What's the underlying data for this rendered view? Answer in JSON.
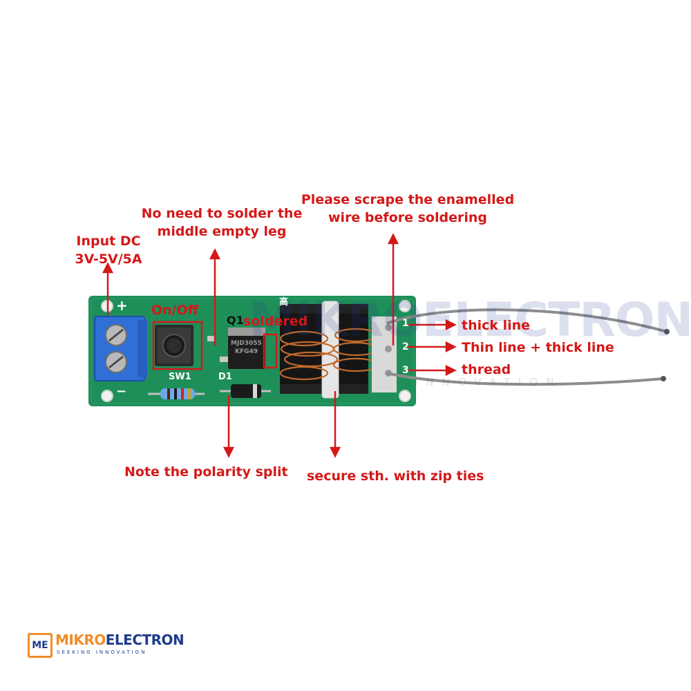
{
  "annotations": {
    "input_dc_line1": "Input DC",
    "input_dc_line2": "3V-5V/5A",
    "on_off": "On/Off",
    "middle_leg_line1": "No need to solder the",
    "middle_leg_line2": "middle empty leg",
    "soldered": "soldered",
    "scrape_line1": "Please scrape the enamelled",
    "scrape_line2": "wire before soldering",
    "thick_line": "thick line",
    "thin_thick_line": "Thin line + thick line",
    "thread": "thread",
    "polarity": "Note the polarity split",
    "zip_ties": "secure sth. with zip ties"
  },
  "board_labels": {
    "q1": "Q1",
    "d1": "D1",
    "sw1": "SW1",
    "plus": "+",
    "minus": "−",
    "pin1": "1",
    "pin2": "2",
    "pin3": "3",
    "chip_line1": "MJD3055",
    "chip_line2": "KFG49",
    "high_char": "高"
  },
  "watermark": {
    "name": "MIKROELECTRON",
    "tagline": "INNOVATION"
  },
  "logo": {
    "mark": "ME",
    "name_part1": "MIKRO",
    "name_part2": "ELECTRON",
    "tagline": "SEEKING INNOVATION"
  },
  "colors": {
    "annotation_red": "#d41818",
    "pcb_green": "#1f8f5a",
    "terminal_blue": "#2f6fd6",
    "logo_orange": "#f28c28",
    "logo_navy": "#1f3c8c"
  }
}
